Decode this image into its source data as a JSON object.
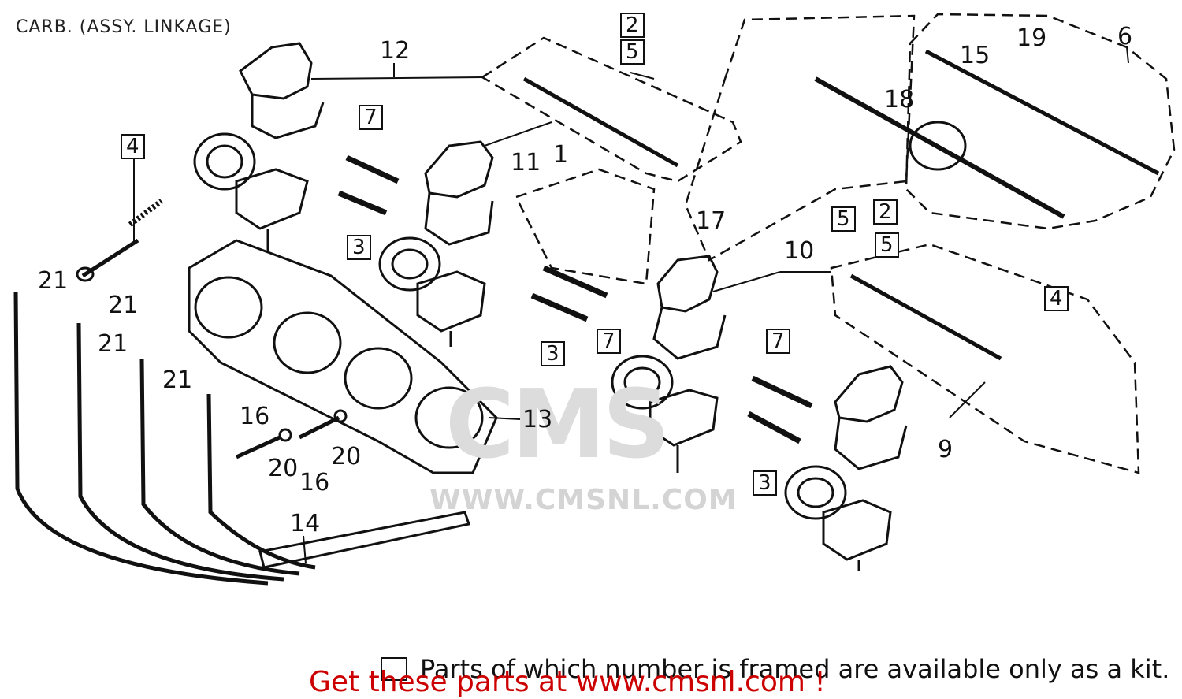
{
  "title": "CARB. (ASSY. LINKAGE)",
  "watermark": {
    "logo": "CMS",
    "url": "WWW.CMSNL.COM"
  },
  "footnote": "Parts of which number is framed are available only as a kit.",
  "call_to_action": "Get these parts at www.cmsnl.com !",
  "callouts": {
    "c1": "1",
    "c6": "6",
    "c9": "9",
    "c10": "10",
    "c11": "11",
    "c12": "12",
    "c13": "13",
    "c14": "14",
    "c15": "15",
    "c16a": "16",
    "c16b": "16",
    "c17": "17",
    "c18": "18",
    "c19": "19",
    "c20a": "20",
    "c20b": "20",
    "c21a": "21",
    "c21b": "21",
    "c21c": "21",
    "c21d": "21"
  },
  "kit_callouts": {
    "k2a": "2",
    "k5a": "5",
    "k7a": "7",
    "k4a": "4",
    "k3a": "3",
    "k7b": "7",
    "k3b": "3",
    "k5b": "5",
    "k2b": "2",
    "k5c": "5",
    "k4b": "4",
    "k7c": "7",
    "k3c": "3"
  }
}
